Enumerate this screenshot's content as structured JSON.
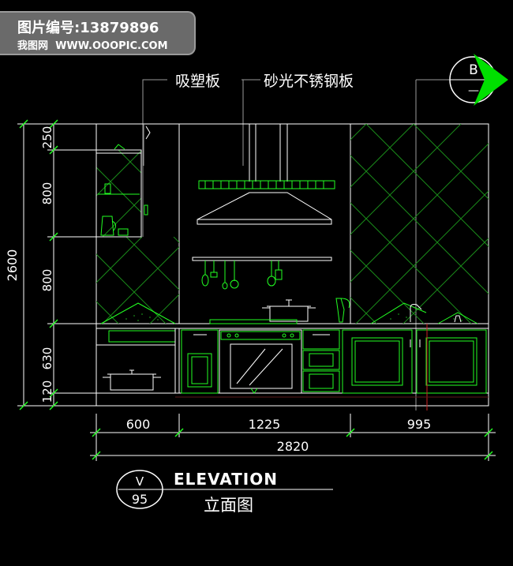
{
  "watermark": {
    "line1_label": "图片编号:",
    "line1_number": "13879896",
    "line2_site": "我图网",
    "line2_url": "WWW.OOOPIC.COM"
  },
  "material_labels": {
    "left": "吸塑板",
    "right": "砂光不锈钢板"
  },
  "section_marker": {
    "letter": "B",
    "sub": "—"
  },
  "left_dimensions": {
    "total": "2600",
    "segments": [
      "250",
      "800",
      "800",
      "630",
      "120"
    ]
  },
  "bottom_dimensions": {
    "segments": [
      "600",
      "1225",
      "995"
    ],
    "total": "2820"
  },
  "title_block": {
    "circle_top": "V",
    "circle_bottom": "95",
    "title_en": "ELEVATION",
    "title_cn": "立面图"
  },
  "colors": {
    "background": "#000000",
    "line_white": "#ffffff",
    "line_green": "#22ff22",
    "line_dim_green": "#1a8a1a",
    "line_grey": "#9a9a9a",
    "arrow_green": "#00e000",
    "watermark_bg": "#6a6a6a"
  }
}
